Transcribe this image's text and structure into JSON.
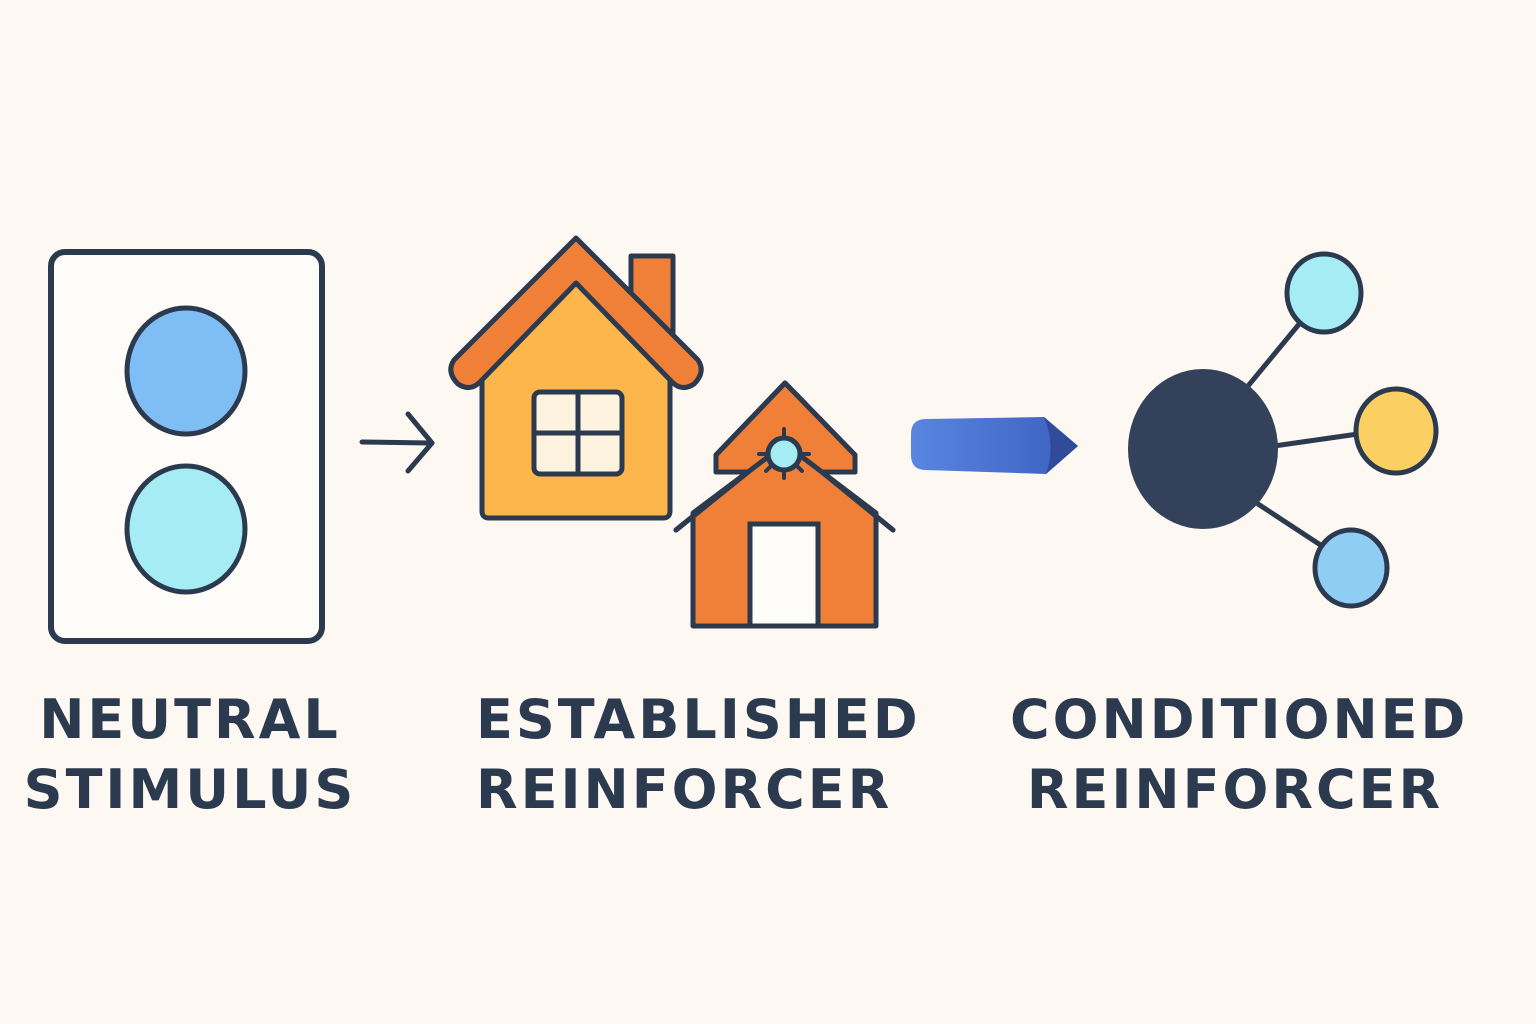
{
  "colors": {
    "background": "#fdf8f2",
    "outline": "#2c3a4f",
    "panel_fill": "#fefcf9",
    "circle_blue": "#7fbdf5",
    "circle_cyan": "#a6ecf4",
    "house_orange": "#f08038",
    "house_yellow": "#fcb64c",
    "window_fill": "#fef3df",
    "arrow_blue": "#4a75d4",
    "hub_dark": "#33425a",
    "node_yellow": "#fccf62",
    "node_blue": "#8fcdf5"
  },
  "stages": [
    {
      "line1": "NEUTRAL",
      "line2": "STIMULUS",
      "icon": "panel-with-two-circles-icon"
    },
    {
      "line1": "ESTABLISHED",
      "line2": "REINFORCER",
      "icon": "houses-icon"
    },
    {
      "line1": "CONDITIONED",
      "line2": "REINFORCER",
      "icon": "network-node-icon"
    }
  ],
  "connectors": [
    {
      "icon": "thin-arrow-icon"
    },
    {
      "icon": "thick-pencil-arrow-icon"
    }
  ]
}
